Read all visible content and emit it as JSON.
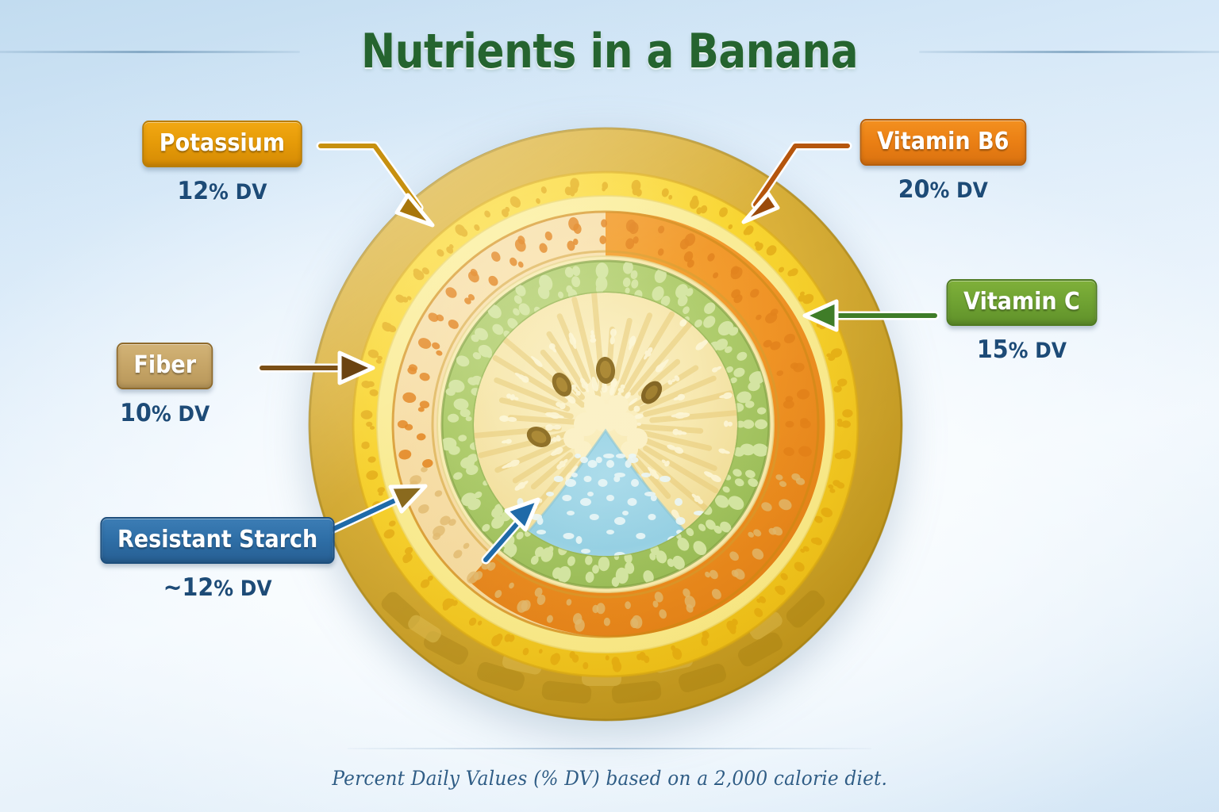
{
  "header": {
    "title": "Nutrients in a Banana"
  },
  "footer": {
    "note": "Percent Daily Values (% DV) based on a 2,000 calorie diet."
  },
  "chart_data": {
    "type": "diagram",
    "title": "Nutrients in a Banana",
    "subtitle": "Percent Daily Values (% DV) based on a 2,000 calorie diet.",
    "units": "% DV",
    "categories": [
      "Potassium",
      "Vitamin B6",
      "Vitamin C",
      "Fiber",
      "Resistant Starch"
    ],
    "values": [
      12,
      20,
      15,
      10,
      12
    ],
    "value_labels": [
      "12% DV",
      "20% DV",
      "15% DV",
      "10% DV",
      "~12% DV"
    ],
    "legend_position": "callouts",
    "annotations": [
      "Potassium arrow points to outer yellow peel ring",
      "Vitamin B6 arrow points to orange inner-peel ring",
      "Vitamin C arrow points to green layer",
      "Fiber arrow points to orange inner-peel ring",
      "Resistant Starch arrows point to pale starch ring and blue core wedge"
    ]
  },
  "callouts": [
    {
      "id": "potassium",
      "label": "Potassium",
      "value": "12",
      "unit": "% DV",
      "color": "#e59a08",
      "arrow_color": "#c58a10",
      "target": "outer-peel-ring"
    },
    {
      "id": "vitamin-b6",
      "label": "Vitamin B6",
      "value": "20",
      "unit": "% DV",
      "color": "#ea7f14",
      "arrow_color": "#b5550c",
      "target": "orange-ring"
    },
    {
      "id": "vitamin-c",
      "label": "Vitamin C",
      "value": "15",
      "unit": "% DV",
      "color": "#6fa232",
      "arrow_color": "#3f7d28",
      "target": "green-ring"
    },
    {
      "id": "fiber",
      "label": "Fiber",
      "value": "10",
      "unit": "% DV",
      "color": "#c6a567",
      "arrow_color": "#7a4f16",
      "target": "orange-ring"
    },
    {
      "id": "resistant-starch",
      "label": "Resistant Starch",
      "value": "~12",
      "unit": "% DV",
      "color": "#2e6ea6",
      "arrow_color": "#1f6aa8",
      "target": "starch-core"
    }
  ],
  "illustration": {
    "name": "banana-cross-section",
    "layers": [
      {
        "name": "outer-rind",
        "color": "#c9a021"
      },
      {
        "name": "peel-bright-yellow",
        "color": "#f6d22a"
      },
      {
        "name": "peel-pale-edge",
        "color": "#f8e68a"
      },
      {
        "name": "inner-peel-orange",
        "color": "#f0962a"
      },
      {
        "name": "starch-band",
        "color": "#f4d694"
      },
      {
        "name": "green-ring",
        "color": "#a8c765"
      },
      {
        "name": "flesh",
        "color": "#f5e3a8"
      },
      {
        "name": "core-wedge",
        "color": "#9ed4e4"
      }
    ]
  }
}
